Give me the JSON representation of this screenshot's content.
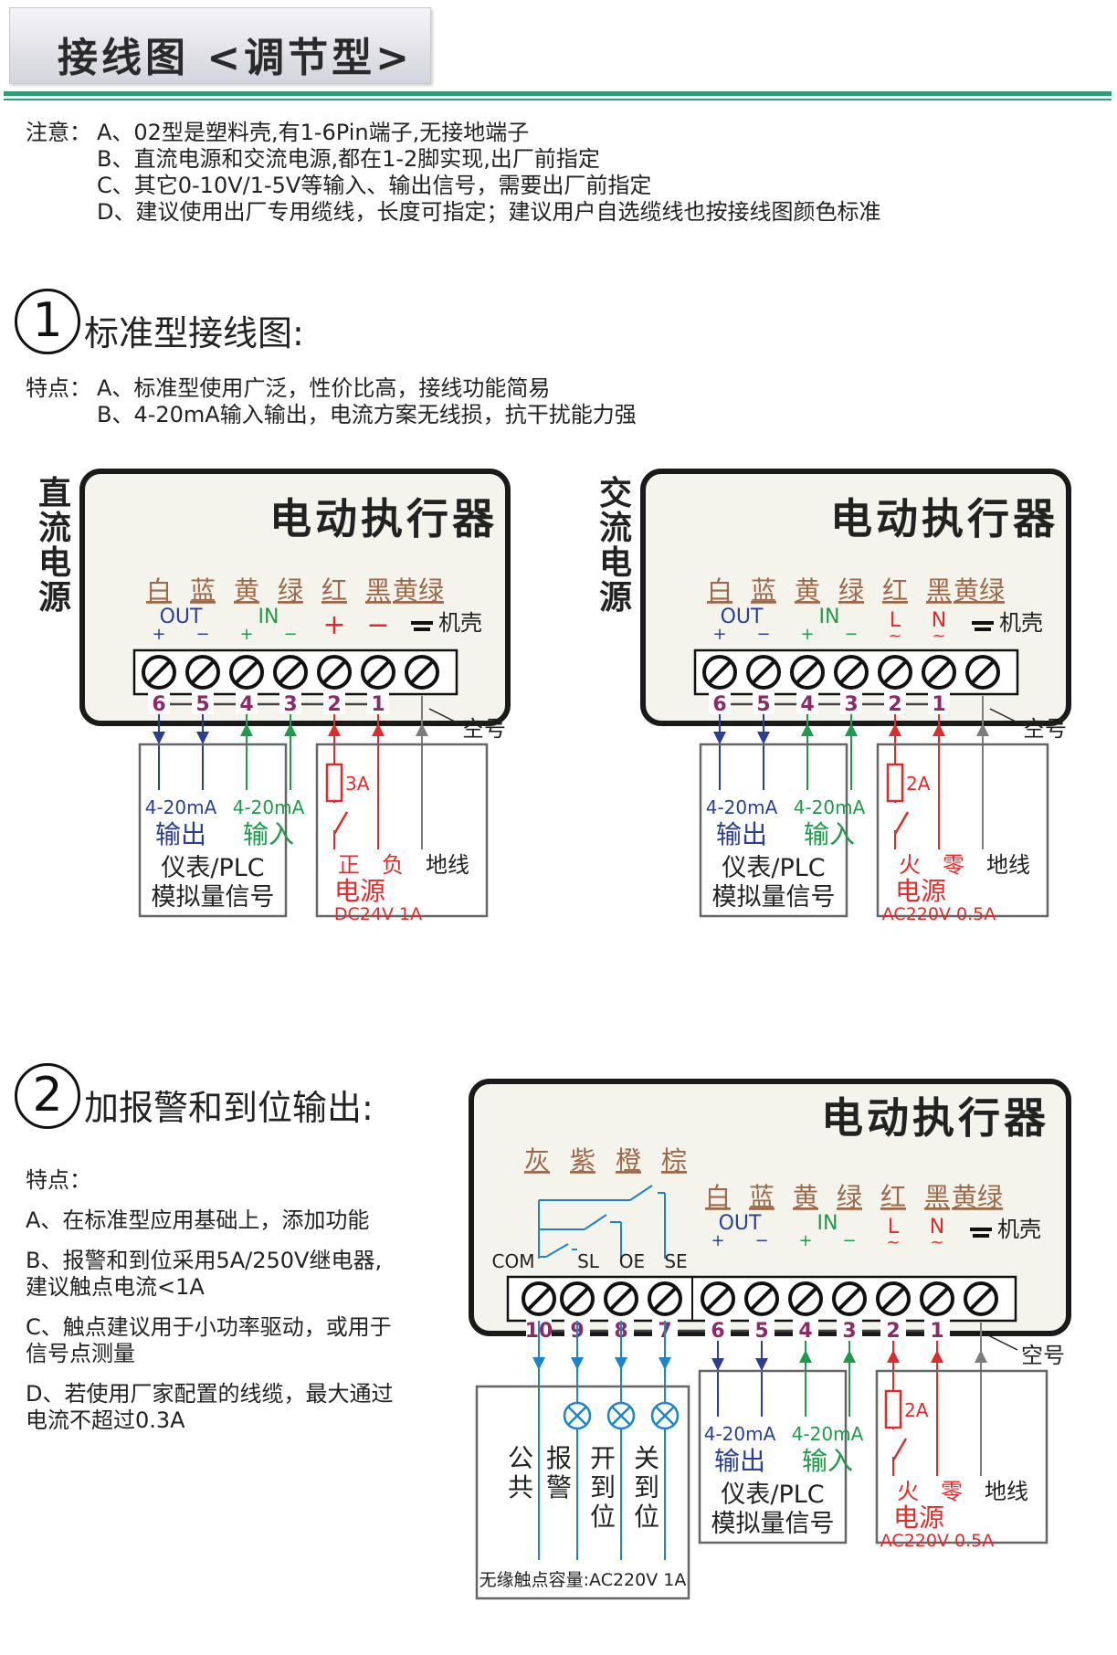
{
  "header": {
    "title": "接线图 <调节型>"
  },
  "notes": {
    "prefix": "注意：",
    "lines": [
      "A、02型是塑料壳,有1-6Pin端子,无接地端子",
      "B、直流电源和交流电源,都在1-2脚实现,出厂前指定",
      "C、其它0-10V/1-5V等输入、输出信号，需要出厂前指定",
      "D、建议使用出厂专用缆线，长度可指定；建议用户自选缆线也按接线图颜色标准"
    ]
  },
  "section1": {
    "number": "1",
    "title": "标准型接线图:",
    "features_prefix": "特点：",
    "features": [
      "A、标准型使用广泛，性价比高，接线功能简易",
      "B、4-20mA输入输出，电流方案无线损，抗干扰能力强"
    ]
  },
  "section2": {
    "number": "2",
    "title": "加报警和到位输出:",
    "features_heading": "特点：",
    "features": [
      "A、在标准型应用基础上，添加功能",
      "B、报警和到位采用5A/250V继电器,",
      "   建议触点电流<1A",
      "C、触点建议用于小功率驱动，或用于",
      "   信号点测量",
      "D、若使用厂家配置的线缆，最大通过",
      "   电流不超过0.3A"
    ]
  },
  "common": {
    "actuator": "电动执行器",
    "wire_colors": [
      "白",
      "蓝",
      "黄",
      "绿",
      "红",
      "黑",
      "黄绿"
    ],
    "alarm_wire_colors": [
      "灰",
      "紫",
      "橙",
      "棕"
    ],
    "out": "OUT",
    "in": "IN",
    "plus": "+",
    "minus": "−",
    "shell": "机壳",
    "empty": "空号",
    "ground": "地线",
    "signal_out": "4-20mA",
    "out_cn": "输出",
    "in_cn": "输入",
    "plc1": "仪表/PLC",
    "plc2": "模拟量信号",
    "power": "电源",
    "pin_numbers": [
      "6",
      "5",
      "4",
      "3",
      "2",
      "1"
    ],
    "alarm_pin_numbers": [
      "10",
      "9",
      "8",
      "7"
    ],
    "relay_labels": [
      "COM",
      "SL",
      "OE",
      "SE"
    ],
    "relay_desc": [
      [
        "公",
        "共"
      ],
      [
        "报",
        "警"
      ],
      [
        "开",
        "到",
        "位"
      ],
      [
        "关",
        "到",
        "位"
      ]
    ],
    "relay_capacity": "无缘触点容量:AC220V 1A"
  },
  "dc": {
    "side": [
      "直",
      "流",
      "电",
      "源"
    ],
    "p2": "+",
    "p1": "−",
    "fuse": "3A",
    "pos": "正",
    "neg": "负",
    "spec": "DC24V 1A"
  },
  "ac": {
    "side": [
      "交",
      "流",
      "电",
      "源"
    ],
    "p2": "L",
    "p1": "N",
    "tilde": "~",
    "fuse": "2A",
    "live": "火",
    "neutral": "零",
    "spec": "AC220V 0.5A"
  },
  "colors": {
    "blue": "#2a3f94",
    "green": "#1f9a4a",
    "red": "#e02b2b",
    "gray": "#7c7c7c",
    "cyan": "#1a86c7",
    "purple": "#8a2a66",
    "brown": "#a0522d",
    "panel": "#f4f4ec"
  }
}
